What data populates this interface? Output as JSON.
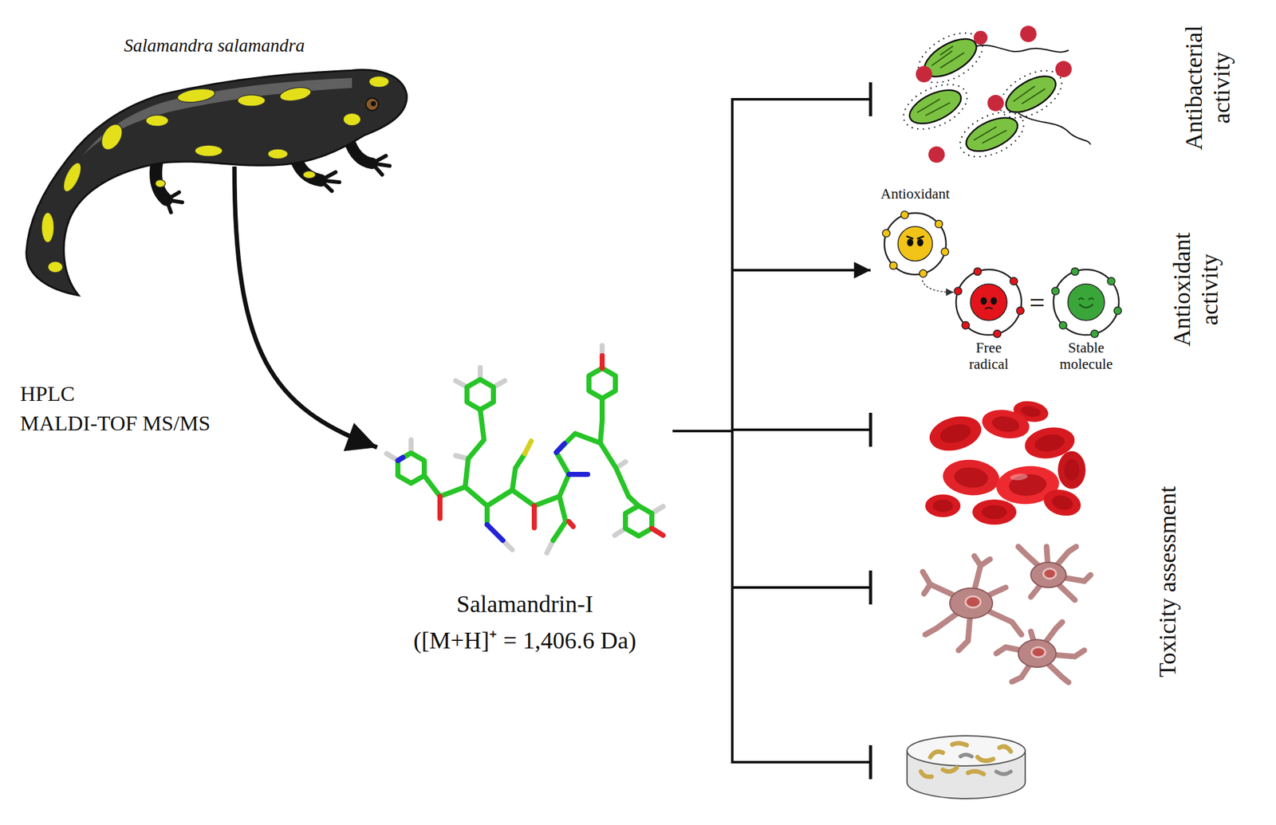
{
  "diagram": {
    "nodes": [
      {
        "text": [
          "Salamandra salamandra"
        ]
      },
      {
        "text": [
          "Salamandrin-I",
          "([M+H]⁺ = 1,406.6 Da)"
        ]
      },
      {
        "text": [
          "Antibacterial activity"
        ]
      },
      {
        "text": [
          "Antioxidant activity"
        ]
      },
      {
        "text": [
          "Antioxidant"
        ],
        "in": 3
      },
      {
        "text": [
          "Free radical"
        ],
        "in": 3
      },
      {
        "text": [
          "Stable molecule"
        ],
        "in": 3
      },
      {
        "text": [
          "Toxicity assessment"
        ]
      }
    ],
    "edges": [
      {
        "from": 0,
        "to": 1,
        "arrow": "to"
      },
      {
        "from": 1,
        "to": 2,
        "arrow": "to"
      },
      {
        "from": 1,
        "to": 3,
        "arrow": "to"
      },
      {
        "from": 1,
        "to": 7,
        "arrow": "to"
      },
      {
        "from": 1,
        "to": 7,
        "arrow": "to"
      },
      {
        "from": 1,
        "to": 7,
        "arrow": "to"
      },
      {
        "from": 4,
        "to": 5,
        "arrow": "to"
      }
    ],
    "labels": [
      "HPLC",
      "MALDI-TOF MS/MS",
      "="
    ]
  }
}
